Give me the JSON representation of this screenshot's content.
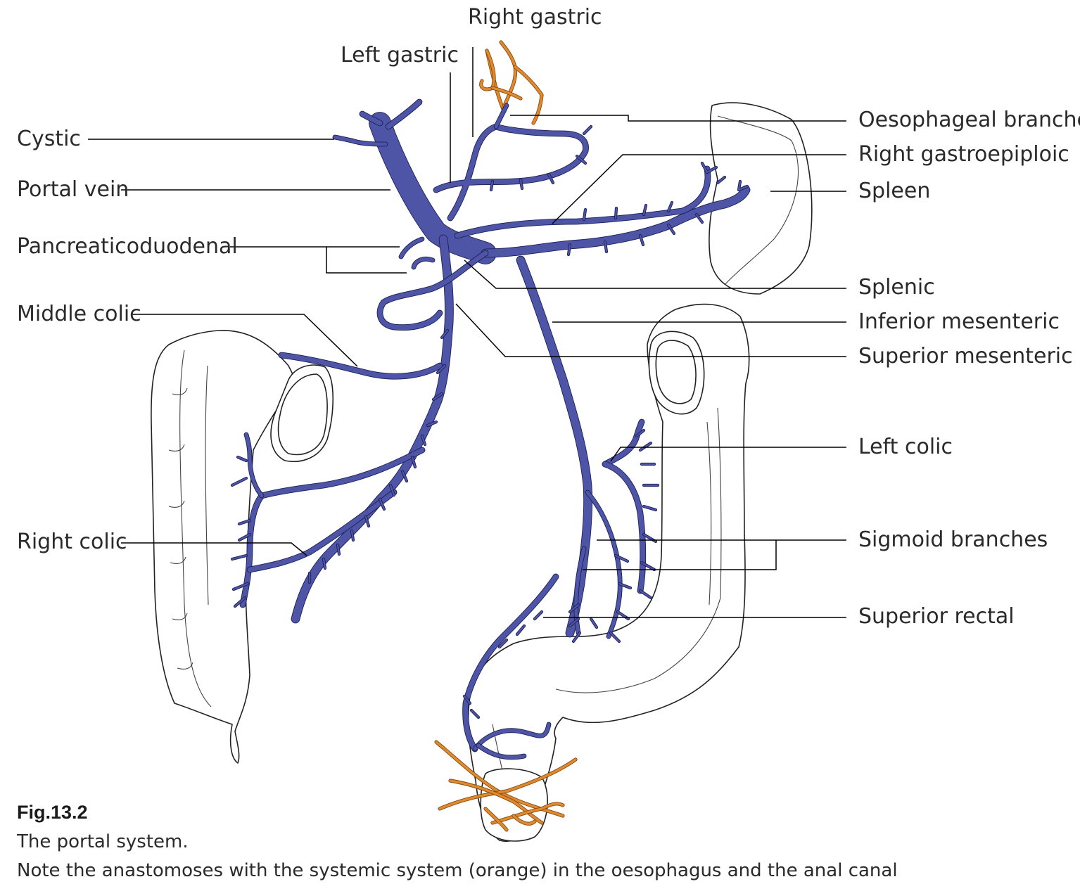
{
  "colors": {
    "portal_vein": "#4e55a6",
    "vein_edge": "#1c1f55",
    "systemic": "#e08a2e",
    "outline": "#222222"
  },
  "labels": {
    "right_gastric": "Right gastric",
    "left_gastric": "Left gastric",
    "cystic": "Cystic",
    "portal_vein": "Portal vein",
    "pancreaticoduodenal": "Pancreaticoduodenal",
    "middle_colic": "Middle colic",
    "right_colic": "Right colic",
    "oesophageal_branches": "Oesophageal branches",
    "right_gastroepiploic": "Right gastroepiploic",
    "spleen": "Spleen",
    "splenic": "Splenic",
    "inferior_mesenteric": "Inferior mesenteric",
    "superior_mesenteric": "Superior mesenteric",
    "left_colic": "Left colic",
    "sigmoid_branches": "Sigmoid branches",
    "superior_rectal": "Superior rectal"
  },
  "caption": {
    "figure_number": "Fig.13.2",
    "title": "The portal system.",
    "note": "Note the anastomoses with the systemic system (orange) in the oesophagus and the anal canal"
  }
}
